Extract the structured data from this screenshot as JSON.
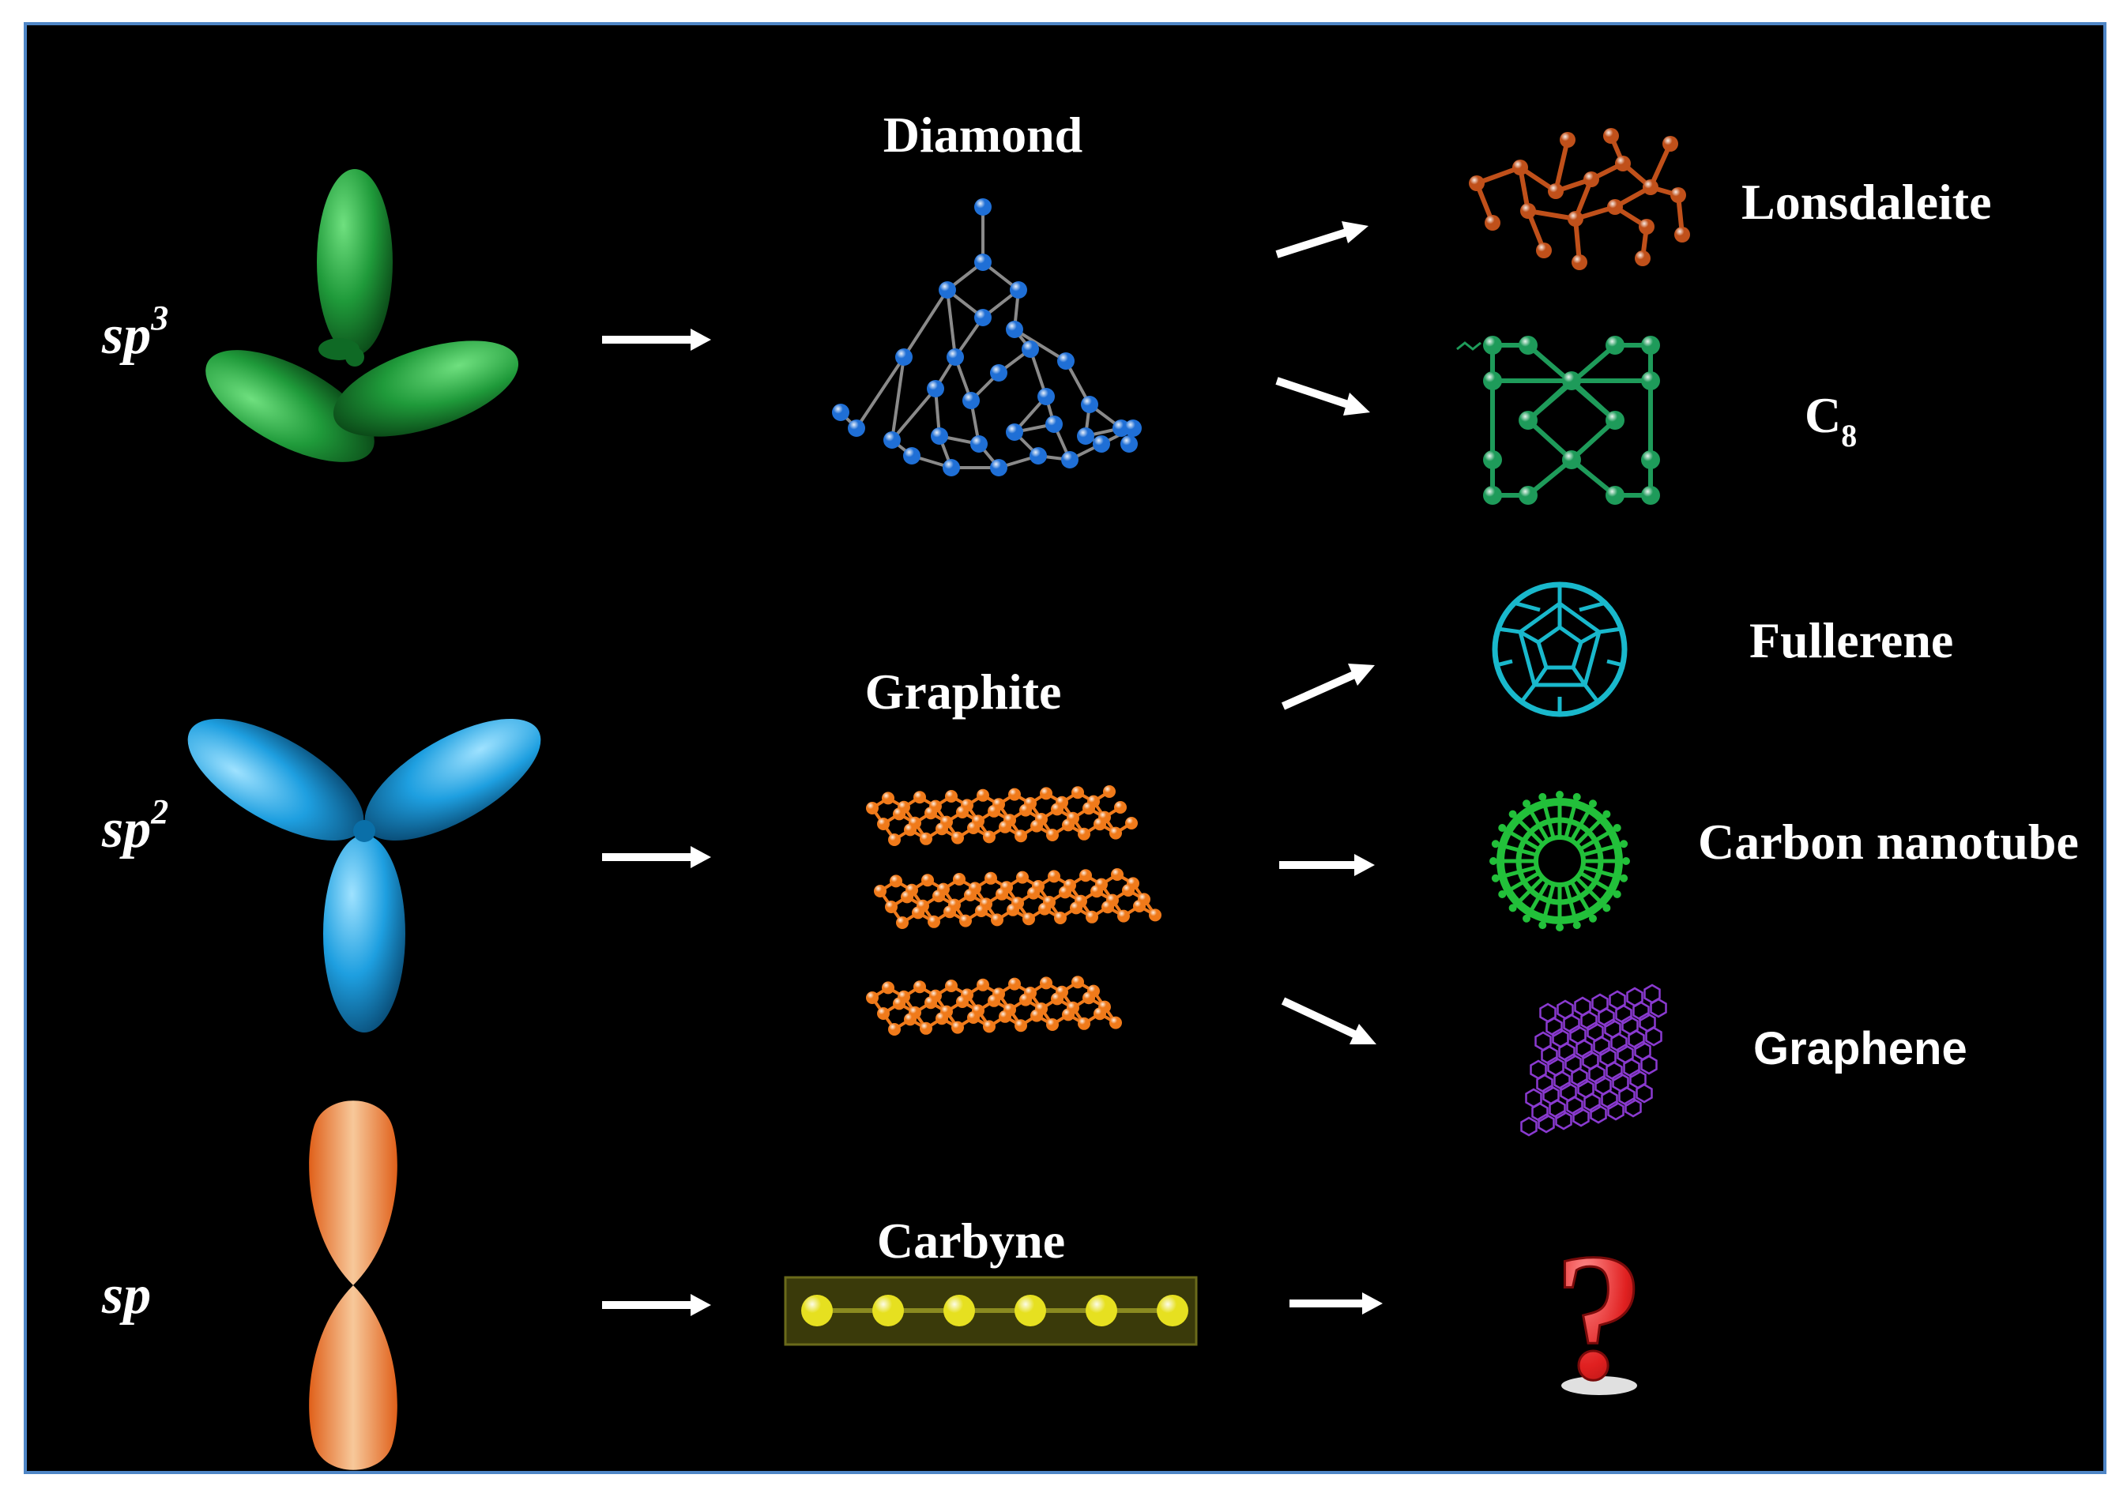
{
  "hybridizations": [
    {
      "base": "sp",
      "superscript": "3"
    },
    {
      "base": "sp",
      "superscript": "2"
    },
    {
      "base": "sp",
      "superscript": ""
    }
  ],
  "primary_forms": {
    "diamond": "Diamond",
    "graphite": "Graphite",
    "carbyne": "Carbyne"
  },
  "derived_forms": {
    "lonsdaleite": "Lonsdaleite",
    "c8_base": "C",
    "c8_sub": "8",
    "fullerene": "Fullerene",
    "nanotube": "Carbon nanotube",
    "graphene": "Graphene",
    "unknown": "?"
  },
  "colors": {
    "background": "#000000",
    "frame": "#4f86c6",
    "sp3_orbital": "#1f9a3a",
    "sp2_orbital": "#1e9fe0",
    "sp_orbital": "#f08a3a",
    "diamond_atom": "#1f6fd6",
    "lonsdaleite_atom": "#c0501a",
    "c8_atom": "#1e9b5a",
    "graphite_atom": "#f07a1a",
    "fullerene": "#19b8cc",
    "nanotube": "#22c03a",
    "graphene": "#8a3ad0",
    "carbyne_atom": "#e6e020",
    "question_mark": "#e02020",
    "arrow": "#ffffff"
  }
}
